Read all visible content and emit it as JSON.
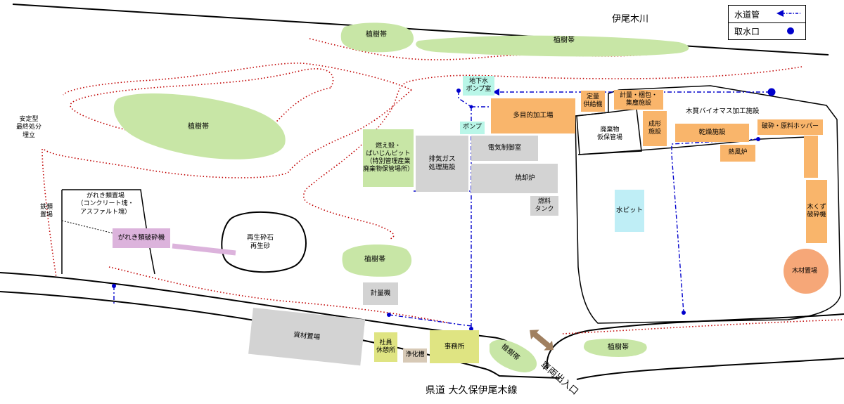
{
  "legend": {
    "pipe_label": "水道管",
    "intake_label": "取水口"
  },
  "river": "伊尾木川",
  "road": "県道 大久保伊尾木線",
  "vehicle_entrance": "車両出入口",
  "landfill": "安定型\n最終処分\n埋立",
  "scrap_iron": "鉄類\n置場",
  "rubble_yard": "がれき類置場\n（コンクリート塊・\nアスファルト塊）",
  "rubble_crusher": "がれき類破砕機",
  "recycled": "再生砕石\n再生砂",
  "green_belts": [
    "植樹帯",
    "植樹帯",
    "植樹帯",
    "植樹帯",
    "植樹帯",
    "植樹帯"
  ],
  "buildings": {
    "ash_pit": "燃え殻・\nばいじんピット\n（特別管理産業\n廃棄物保管場所）",
    "exhaust": "排気ガス\n処理施設",
    "control_room": "電気制御室",
    "incinerator": "焼却炉",
    "fuel_tank": "燃料\nタンク",
    "groundwater_pump": "地下水\nポンプ室",
    "pump": "ポンプ",
    "workshop": "多目的加工場",
    "feeder": "定量\n供給機",
    "baler": "計量・梱包・\n集塵施設",
    "biomass": "木質バイオマス加工施設",
    "waste_storage": "廃棄物\n仮保管場",
    "molding": "成形\n施設",
    "dryer": "乾燥施設",
    "hopper": "破砕・原料ホッパー",
    "hot_air": "熱風炉",
    "water_pit": "水ピット",
    "wood_crusher": "木くず\n破砕機",
    "timber_yard": "木材置場",
    "scale": "計量機",
    "materials_yard": "資材置場",
    "rest_room": "社員\n休憩所",
    "septic": "浄化槽",
    "office": "事務所"
  },
  "colors": {
    "pipe": "#0000cc",
    "boundary": "#c00000",
    "green_belt": "#c8e6a6",
    "orange": "#f9b56b",
    "gray": "#d3d3d3"
  }
}
